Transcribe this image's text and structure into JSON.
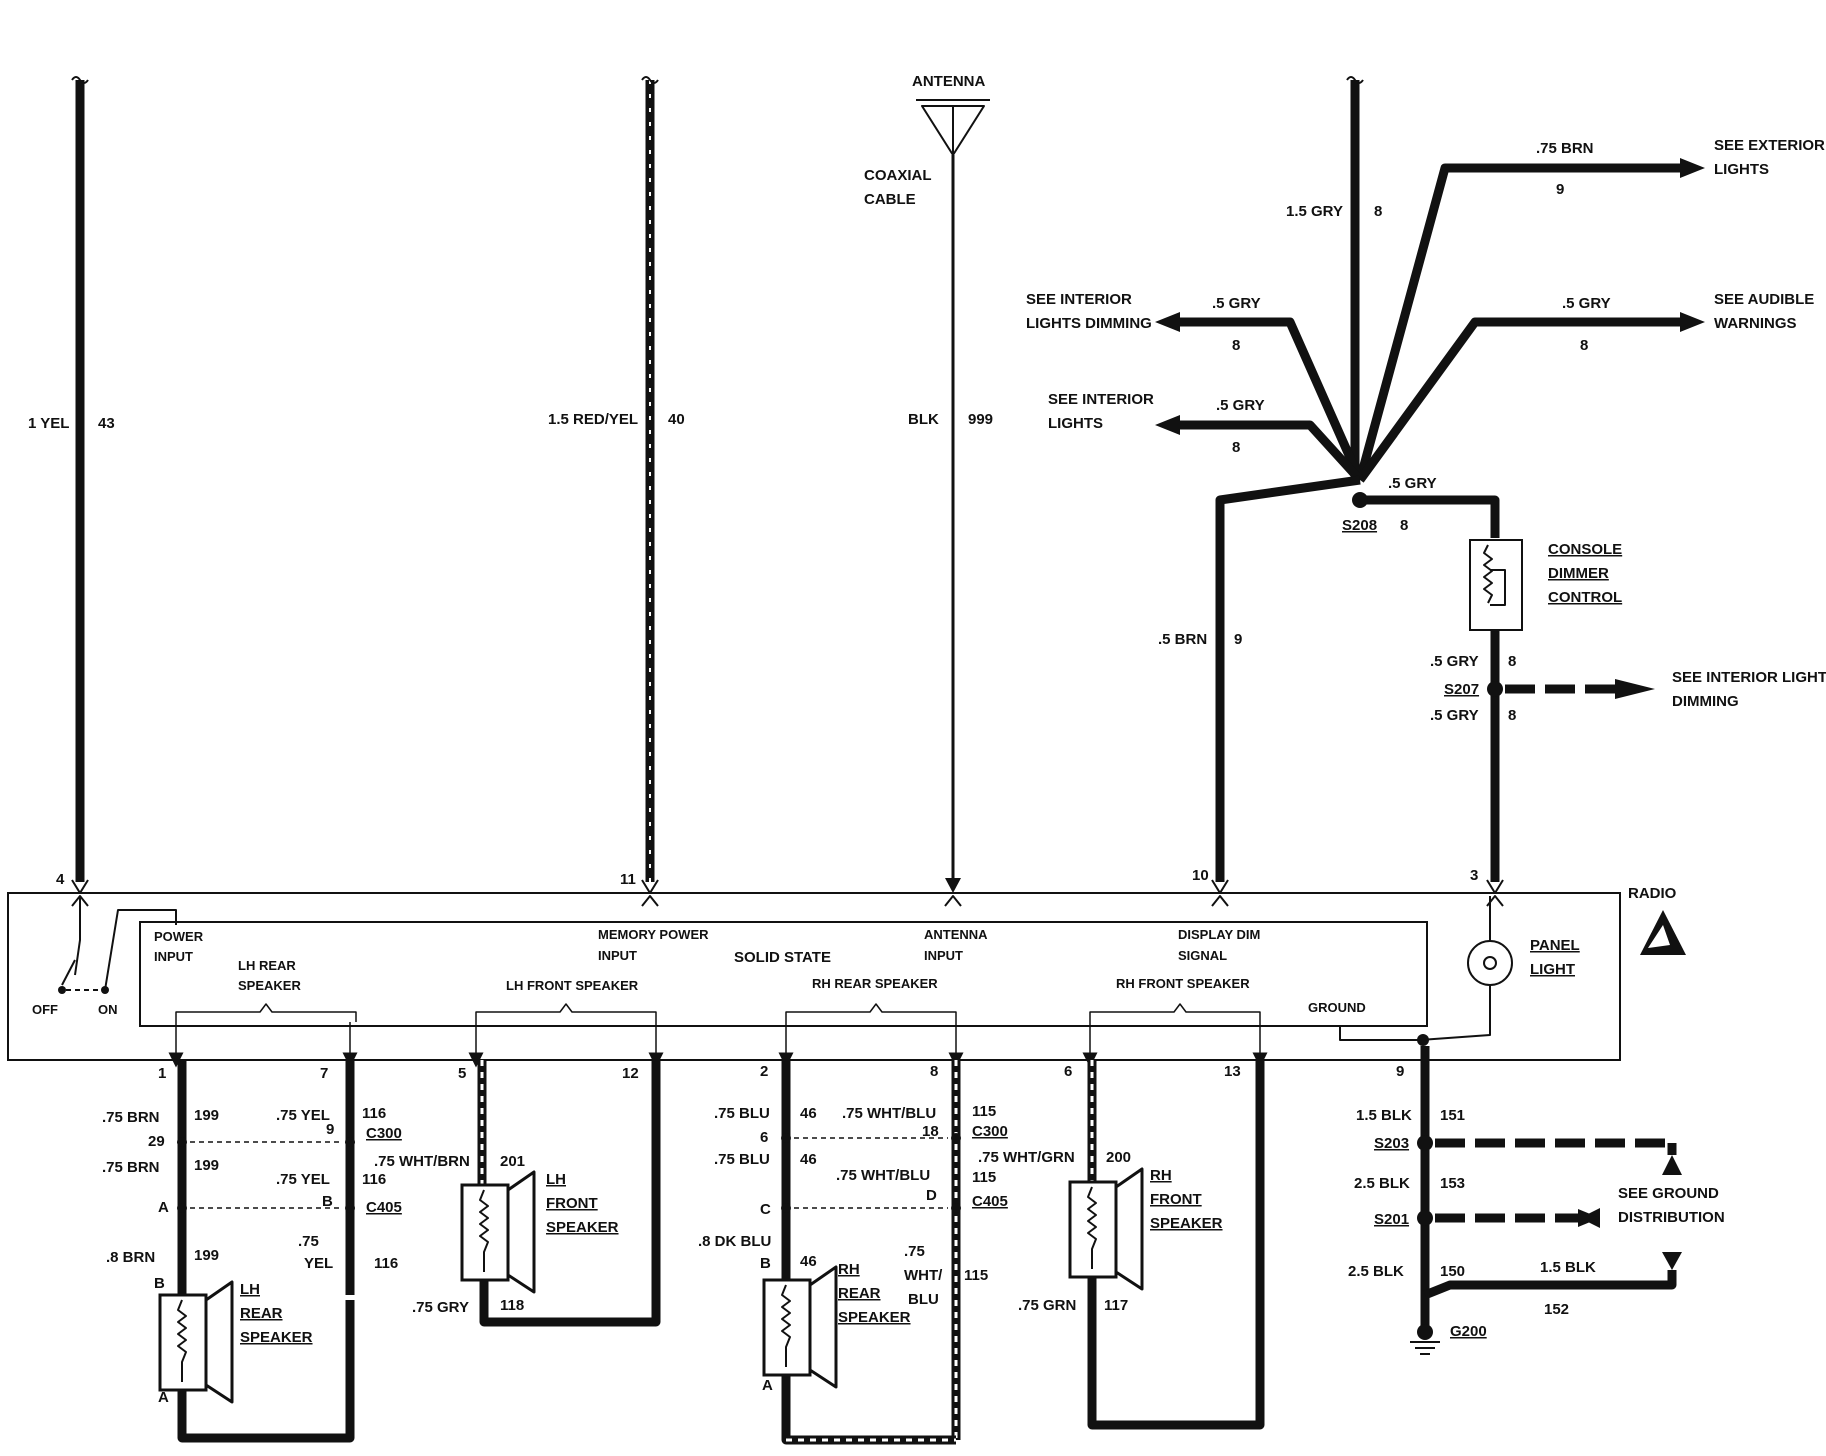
{
  "diagram": {
    "radio_label": "RADIO",
    "solid_state": "SOLID STATE",
    "antenna": "ANTENNA",
    "coaxial_1": "COAXIAL",
    "coaxial_2": "CABLE",
    "wire_yel_label": "1 YEL",
    "wire_yel_num": "43",
    "wire_redyel_label": "1.5 RED/YEL",
    "wire_redyel_num": "40",
    "wire_blk_label": "BLK",
    "wire_blk_num": "999",
    "gry15_label": "1.5 GRY",
    "gry15_num": "8",
    "brn75_label": ".75 BRN",
    "brn75_num": "9",
    "see_exterior_1": "SEE EXTERIOR",
    "see_exterior_2": "LIGHTS",
    "see_int_dim_1": "SEE INTERIOR",
    "see_int_dim_2": "LIGHTS DIMMING",
    "gry5_a_label": ".5 GRY",
    "gry5_a_num": "8",
    "see_audible_1": "SEE AUDIBLE",
    "see_audible_2": "WARNINGS",
    "gry5_b_label": ".5 GRY",
    "gry5_b_num": "8",
    "see_int_lights_1": "SEE INTERIOR",
    "see_int_lights_2": "LIGHTS",
    "gry5_c_label": ".5 GRY",
    "gry5_c_num": "8",
    "gry5_d_label": ".5 GRY",
    "gry5_d_num": "8",
    "s208": "S208",
    "brn5_label": ".5 BRN",
    "brn5_num": "9",
    "console_1": "CONSOLE",
    "console_2": "DIMMER",
    "console_3": "CONTROL",
    "gry5_e_label": ".5 GRY",
    "gry5_e_num": "8",
    "s207": "S207",
    "gry5_f_label": ".5 GRY",
    "gry5_f_num": "8",
    "see_int_dim2_1": "SEE INTERIOR LIGHTS",
    "see_int_dim2_2": "DIMMING",
    "pin_4": "4",
    "pin_11": "11",
    "pin_10": "10",
    "pin_3": "3",
    "power_input_1": "POWER",
    "power_input_2": "INPUT",
    "memory_1": "MEMORY POWER",
    "memory_2": "INPUT",
    "antenna_in_1": "ANTENNA",
    "antenna_in_2": "INPUT",
    "display_1": "DISPLAY DIM",
    "display_2": "SIGNAL",
    "lh_rear_1": "LH REAR",
    "lh_rear_2": "SPEAKER",
    "lh_front": "LH FRONT SPEAKER",
    "rh_rear": "RH REAR SPEAKER",
    "rh_front": "RH FRONT SPEAKER",
    "ground": "GROUND",
    "off": "OFF",
    "on": "ON",
    "panel_1": "PANEL",
    "panel_2": "LIGHT",
    "pin_1": "1",
    "pin_7": "7",
    "pin_5": "5",
    "pin_12": "12",
    "pin_2": "2",
    "pin_8": "8",
    "pin_6": "6",
    "pin_13": "13",
    "pin_9": "9",
    "lr_brn75_a": ".75 BRN",
    "lr_199_a": "199",
    "lr_29": "29",
    "lr_9": "9",
    "c300": "C300",
    "lr_brn75_b": ".75 BRN",
    "lr_199_b": "199",
    "lr_a": "A",
    "lr_b": "B",
    "c405": "C405",
    "lr_brn8": ".8 BRN",
    "lr_199_c": "199",
    "lr_yel75_a": ".75 YEL",
    "lr_116_a": "116",
    "lr_yel75_b": ".75 YEL",
    "lr_116_b": "116",
    "lr_yel75_c1": ".75",
    "lr_yel75_c2": "YEL",
    "lr_116_c": "116",
    "lr_spk_b": "B",
    "lr_spk_a": "A",
    "lr_spk_1": "LH",
    "lr_spk_2": "REAR",
    "lr_spk_3": "SPEAKER",
    "lf_wb": ".75 WHT/BRN",
    "lf_201": "201",
    "lf_spk_1": "LH",
    "lf_spk_2": "FRONT",
    "lf_spk_3": "SPEAKER",
    "lf_gry": ".75 GRY",
    "lf_118": "118",
    "rr_blu_a": ".75 BLU",
    "rr_46_a": "46",
    "rr_6": "6",
    "rr_18": "18",
    "c300b": "C300",
    "rr_blu_b": ".75 BLU",
    "rr_46_b": "46",
    "rr_c": "C",
    "rr_d": "D",
    "c405b": "C405",
    "rr_dkblu": ".8 DK BLU",
    "rr_46_c": "46",
    "rr_wb_a": ".75 WHT/BLU",
    "rr_115_a": "115",
    "rr_wb_b": ".75 WHT/BLU",
    "rr_115_b": "115",
    "rr_wb_c1": ".75",
    "rr_wb_c2": "WHT/",
    "rr_wb_c3": "BLU",
    "rr_115_c": "115",
    "rr_spk_b": "B",
    "rr_spk_a": "A",
    "rr_spk_1": "RH",
    "rr_spk_2": "REAR",
    "rr_spk_3": "SPEAKER",
    "rf_wg": ".75 WHT/GRN",
    "rf_200": "200",
    "rf_spk_1": "RH",
    "rf_spk_2": "FRONT",
    "rf_spk_3": "SPEAKER",
    "rf_grn": ".75 GRN",
    "rf_117": "117",
    "g_blk15": "1.5 BLK",
    "g_151": "151",
    "s203": "S203",
    "g_blk25_a": "2.5 BLK",
    "g_153": "153",
    "s201": "S201",
    "see_ground_1": "SEE GROUND",
    "see_ground_2": "DISTRIBUTION",
    "g_blk25_b": "2.5 BLK",
    "g_150": "150",
    "g_blk15_b": "1.5 BLK",
    "g_152": "152",
    "g200": "G200"
  }
}
